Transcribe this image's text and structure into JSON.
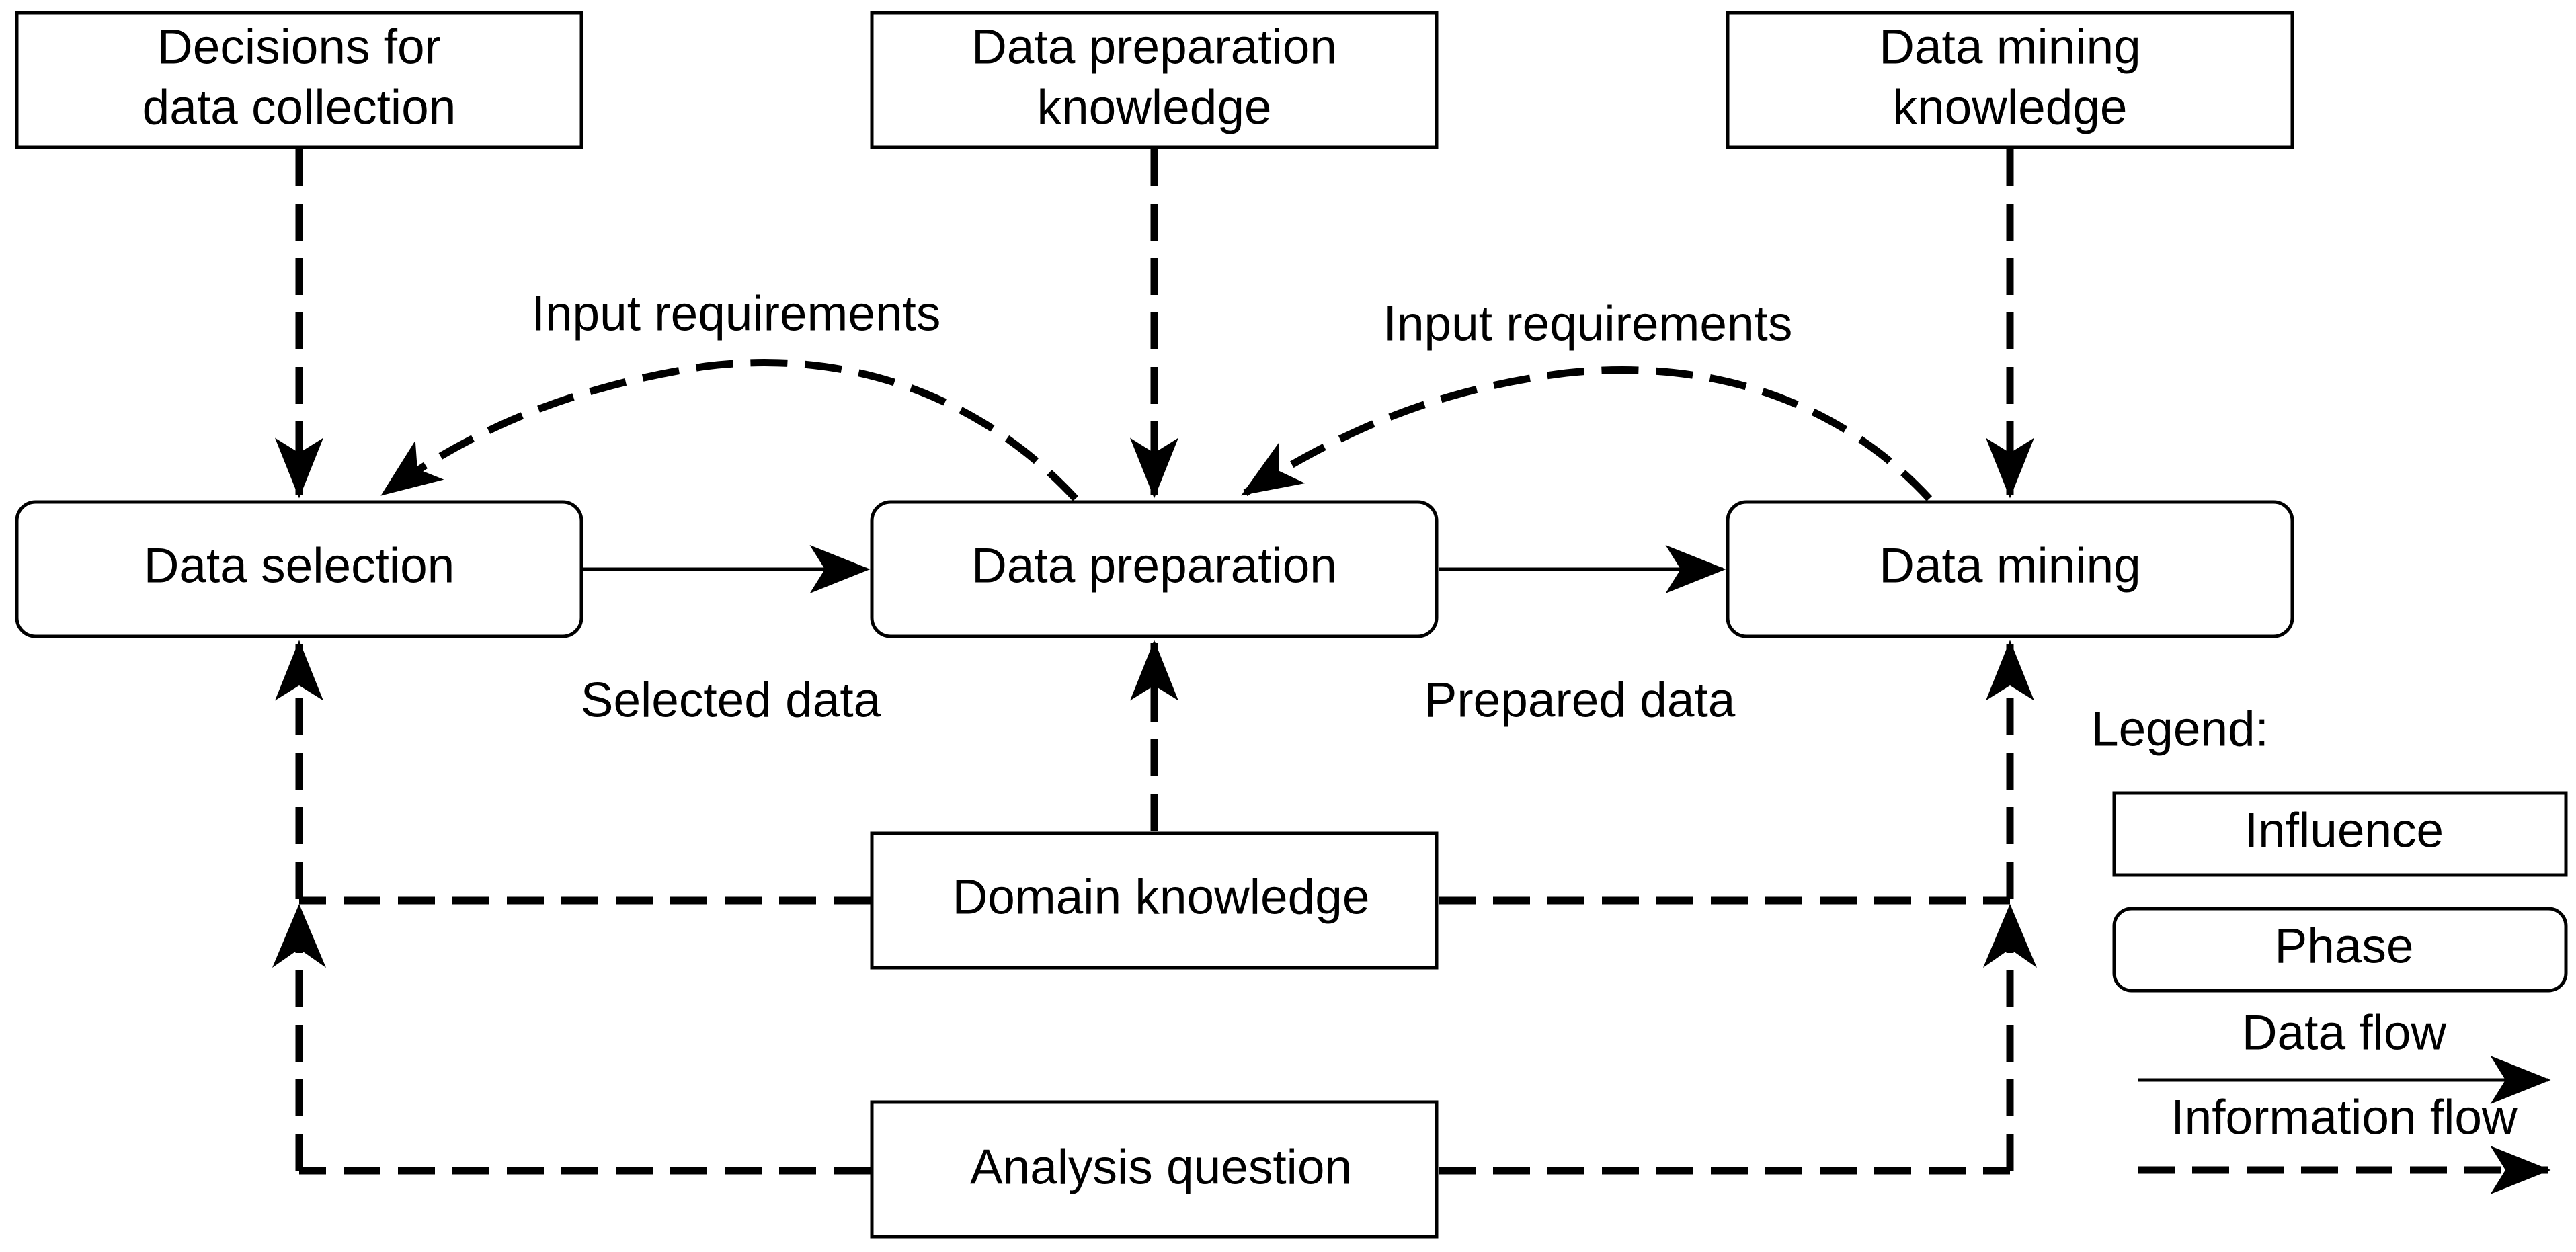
{
  "influences": {
    "decisions_line1": "Decisions for",
    "decisions_line2": "data collection",
    "prep_knowledge_line1": "Data preparation",
    "prep_knowledge_line2": "knowledge",
    "mining_knowledge_line1": "Data mining",
    "mining_knowledge_line2": "knowledge",
    "domain_knowledge": "Domain knowledge",
    "analysis_question": "Analysis question"
  },
  "phases": {
    "selection": "Data selection",
    "preparation": "Data preparation",
    "mining": "Data mining"
  },
  "flow_labels": {
    "selected_data": "Selected data",
    "prepared_data": "Prepared data",
    "input_requirements_left": "Input requirements",
    "input_requirements_right": "Input requirements"
  },
  "legend": {
    "title": "Legend:",
    "influence": "Influence",
    "phase": "Phase",
    "data_flow": "Data flow",
    "information_flow": "Information flow"
  }
}
